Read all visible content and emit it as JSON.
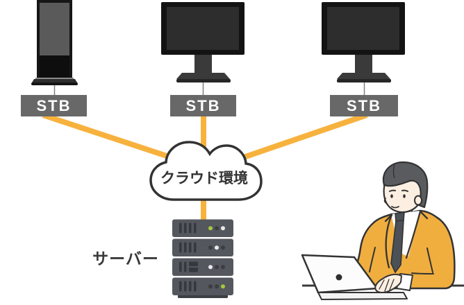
{
  "diagram": {
    "title_hint": "cloud digital signage system diagram",
    "nodes": [
      {
        "id": "display-left",
        "type": "vertical-signage-display"
      },
      {
        "id": "display-center",
        "type": "desktop-monitor"
      },
      {
        "id": "display-right",
        "type": "desktop-monitor"
      },
      {
        "id": "stb-left",
        "type": "set-top-box",
        "label": "STB"
      },
      {
        "id": "stb-center",
        "type": "set-top-box",
        "label": "STB"
      },
      {
        "id": "stb-right",
        "type": "set-top-box",
        "label": "STB"
      },
      {
        "id": "cloud",
        "type": "cloud",
        "label": "クラウド環境"
      },
      {
        "id": "server",
        "type": "server-rack",
        "label": "サーバー"
      },
      {
        "id": "operator",
        "type": "person-with-laptop"
      }
    ],
    "edges": [
      {
        "from": "stb-left",
        "to": "cloud"
      },
      {
        "from": "stb-center",
        "to": "cloud"
      },
      {
        "from": "stb-right",
        "to": "cloud"
      },
      {
        "from": "cloud",
        "to": "server"
      }
    ],
    "server_led_rows": [
      [
        "green",
        "off",
        "white"
      ],
      [
        "off",
        "white",
        "off"
      ],
      [
        "white",
        "off",
        "off"
      ],
      [
        "off",
        "off",
        "green"
      ]
    ]
  },
  "colors": {
    "connection_line": "#F7B23E",
    "stb_box": "#686868",
    "stb_text": "#FFFFFF",
    "outline": "#333333",
    "cloud_fill": "#FFFFFF",
    "server_body": "#54575D",
    "server_slot": "#35383D",
    "led_green": "#A6C93C",
    "led_white": "#E9EAEC",
    "led_off": "#3A3D42",
    "jacket": "#F0AE3F",
    "skin": "#FCEFE2",
    "hair": "#595B5E",
    "tie": "#4C5057",
    "label_text": "#3A3A3A"
  }
}
